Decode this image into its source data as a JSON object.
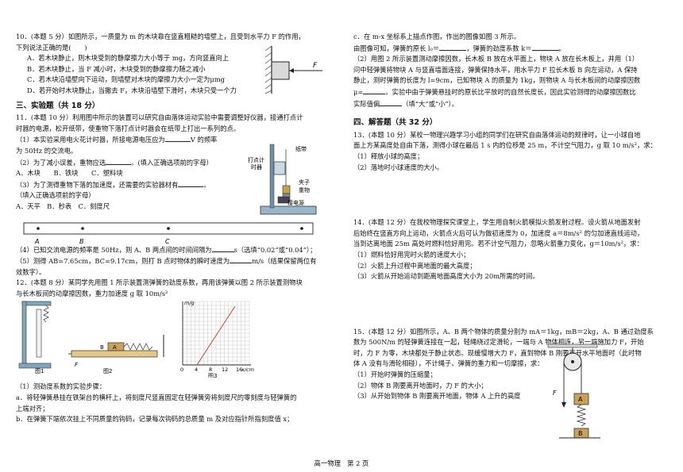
{
  "left": {
    "q10": {
      "head": "10．(本题 5 分）如图所示，一质量为 m 的木块靠在竖直粗糙的墙壁上，且受到水平力 F 的作用，",
      "head2": "下列说法正确的是(　　)",
      "a": "A．若木块静止，则木块受到的静摩擦力大小等于 mg，方向竖直向上",
      "b": "B．若木块静止，当 F 减小时，木块受到的静摩擦力随之减小",
      "c": "C．若木块沿墙壁向下运动，则墙壁对木块的摩擦力大小一定为μmg",
      "d": "D．若开始时木块静止，当撤去 F，木块沿墙壁下滑时，木块只受一个力",
      "fig_f": "F"
    },
    "sec3": "三、实验题（共 18 分）",
    "q11": {
      "l1": "11．(本题 10 分）利用图中所示的装置可以研究自由落体运动实验中需要调整好仪器，接通打点计",
      "l2": "时器的电源，松开纸带，使重物下落打点计时器会在纸带上打出一系列的点。",
      "p1a": "（1）本实验采用电火花计时器，所接电源电压应为",
      "p1b": "V 的频率",
      "p1c": "为 50Hz 的交流电。",
      "p2": "（2）为了减小误差，重物应选",
      "p2b": "。(填入正确选项前的字母）",
      "p2opts": "A．木块　　B．铁块　　C．塑料块",
      "p3": "（3）为了测得重物下落的加速度，还需要的实验器材有",
      "p3b": "。",
      "p3c": "（填入正确选项前的字母）",
      "p3opts": "A．天平　B．秒表　C．刻度尺",
      "fig_labels": [
        "打点计",
        "时器",
        "纸带",
        "夹子",
        "重物",
        "接电源"
      ],
      "tape_labels": [
        "A",
        "B",
        "C"
      ],
      "p4": "（4）已知交流电源的频率是 50Hz，则 A、B 两点间的时间间隔为",
      "p4b": "s（选填“0.02”或“0.04”）；",
      "p5": "（5）测得 AB=7.65cm，BC=9.17cm，则打 B 点时物体的瞬时速度为",
      "p5b": "m/s（结果保留两位有",
      "p5c": "效数字）。"
    },
    "q12": {
      "l1": "12．(本题 8 分）某同学先用图 1 所示装置测弹簧的劲度系数，再用该弹簧以图 2 所示装置测物块",
      "l2": "与长木板间的动摩擦因数，重力加速度 g 取 10m/s²",
      "fig1": "图1",
      "fig2": "图2",
      "fig3": "图3",
      "fig2_labels": [
        "F",
        "B",
        "A"
      ],
      "ylabel": "m/g",
      "xlabel": "x/cm",
      "xticks": [
        "0",
        "4",
        "8",
        "12",
        "16"
      ],
      "p1": "（1）测劲度系数的实验步骤：",
      "pa": "a．将轻弹簧悬挂在铁架台的横杆上，将刻度尺竖直固定在轻弹簧旁将刻度尺的零刻度与轻弹簧的",
      "pa2": "上端对齐；",
      "pb": "b．在弹簧下端依次挂上不同质量的钩码，记录每次钩码的总质量 m 及对应指针所指刻度值 x；"
    }
  },
  "right": {
    "q12c": {
      "c": "c．在 m-x 坐标系上描点作图，作出的图像如图 3 所示。",
      "read": "由图像可知，弹簧的原长 l₀＝",
      "read2": "，弹簧的劲度系数 k＝",
      "read3": "。",
      "p2a": "（2）用图 2 所示装置测动摩擦因数，长木板 B 放在水平面上，物块 A 放在长木板上，并用（1）",
      "p2b": "问中轻弹簧将物块 A 与竖直墙面连接，弹簧保持水平，用水平力 F 拉长木板 B 向左运动，A 保持",
      "p2c": "静止，测时弹簧的长度为 l=9cm，已知物块 A 的质量为 1kg，则物块 A 与长木板间的动摩擦因数",
      "p2d": "μ=",
      "p2e": "。实验中由于弹簧悬挂时的原长比平放时的自然长度长，因此实验测得的动摩擦因数比",
      "p2f": "实际值偏",
      "p2g": "（填“大”或“小”）。"
    },
    "sec4": "四、解答题（共 32 分）",
    "q13": {
      "l1": "13．(本题 10 分）某校一物理兴趣学习小组的同学们在研究自由落体运动的规律时，让一小球自地",
      "l2": "面上方某高度处自由下落，测得小球在最后 1 s 内的位移是 25 m，不计空气阻力，g 取 10 m/s²，求：",
      "p1": "（1）释放小球的高度；",
      "p2": "（2）落地时小球速度的大小。"
    },
    "q14": {
      "l1": "14．(本题 12 分）在我校物理探究课堂上，学生用自制火箭模拟火箭发射过程。设火箭从地面发射",
      "l2": "后始终在竖直方向上运动，火箭点火后可认为做初速度为 0，加速度 a＝8m/s² 的匀加速直线运动，",
      "l3": "当到达离地面 25m 高处时燃料恰好用完。若不计空气阻力，忽略火箭重力变化，g＝10m/s²，求：",
      "p1": "（1）燃料恰好用完时火箭的速度大小；",
      "p2": "（2）火箭上升过程中离地面的最大高度；",
      "p3": "（3）火箭从开始运动到距离地面高度大小为 20m所需的时间。"
    },
    "q15": {
      "l1": "15．(本题 12 分）如图所示，A、B 两个物体的质量分别为 mA＝1kg，mB＝2kg，A、B 通过劲度系",
      "l2": "数为 500N/m 的轻弹簧连接在一起，轻绳绕过定滑轮，一端与 A 物体相连，另一端施加力 F，开始",
      "l3": "时，力 F 为零，木块都处于静止状态。现缓慢增大力 F，直到物体 B 刚要离开水平地面时（此时物",
      "l4": "体 A 没有与滑轮相碰），不计绳子、弹簧的重力和一切摩擦，求：",
      "p1": "（1）开始时弹簧的压缩量；",
      "p2": "（2）物体 B 刚要离开地面时，力 F 的大小；",
      "p3": "（3）从开始到物体 B 刚要离开地面，物体 A 上升的高度",
      "fig_labels": [
        "F",
        "A",
        "B"
      ]
    }
  },
  "footer": "高一物理　第 2 页"
}
